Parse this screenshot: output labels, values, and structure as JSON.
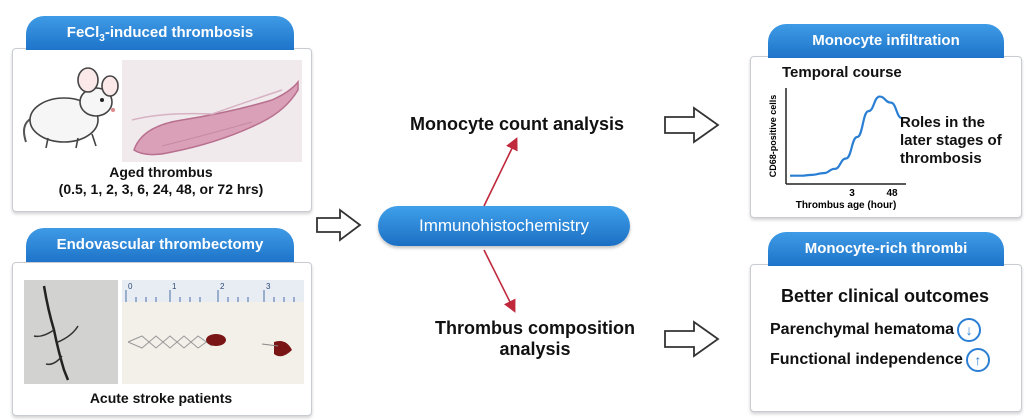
{
  "left_top": {
    "tab_title_main": "FeCl",
    "tab_title_sub": "3",
    "tab_title_rest": "-induced thrombosis",
    "caption_line1": "Aged thrombus",
    "caption_line2": "(0.5, 1, 2, 3, 6, 24, 48, or 72 hrs)",
    "mouse_icon": "mouse-icon",
    "tissue_image": "histology-section"
  },
  "left_bottom": {
    "tab_title": "Endovascular thrombectomy",
    "caption": "Acute stroke patients",
    "angiogram_image": "angiogram",
    "ruler_ticks": [
      "0",
      "1",
      "2",
      "3"
    ],
    "clot_image": "retrieved-clot-stent"
  },
  "center": {
    "pill_label": "Immunohistochemistry",
    "top_label": "Monocyte count analysis",
    "bottom_label_line1": "Thrombus composition",
    "bottom_label_line2": "analysis"
  },
  "right_top": {
    "tab_title": "Monocyte infiltration",
    "chart_title": "Temporal course",
    "note_line1": "Roles in the",
    "note_line2": "later stages of",
    "note_line3": "thrombosis"
  },
  "right_bottom": {
    "tab_title": "Monocyte-rich thrombi",
    "heading": "Better clinical outcomes",
    "item1_label": "Parenchymal hematoma",
    "item1_symbol": "↓",
    "item2_label": "Functional independence",
    "item2_symbol": "↑"
  },
  "colors": {
    "accent_blue": "#1e74c9",
    "arrow_red": "#c0283c"
  },
  "chart_data": {
    "type": "line",
    "title": "Temporal course",
    "xlabel": "Thrombus age (hour)",
    "ylabel": "CD68-positive cells",
    "x_ticks": [
      "3",
      "48"
    ],
    "series": [
      {
        "x": [
          0,
          1,
          2,
          3,
          4,
          5,
          6,
          7,
          8,
          9,
          10
        ],
        "values": [
          0.05,
          0.05,
          0.06,
          0.08,
          0.13,
          0.25,
          0.5,
          0.8,
          0.97,
          0.9,
          0.72
        ]
      }
    ],
    "grid": false
  }
}
